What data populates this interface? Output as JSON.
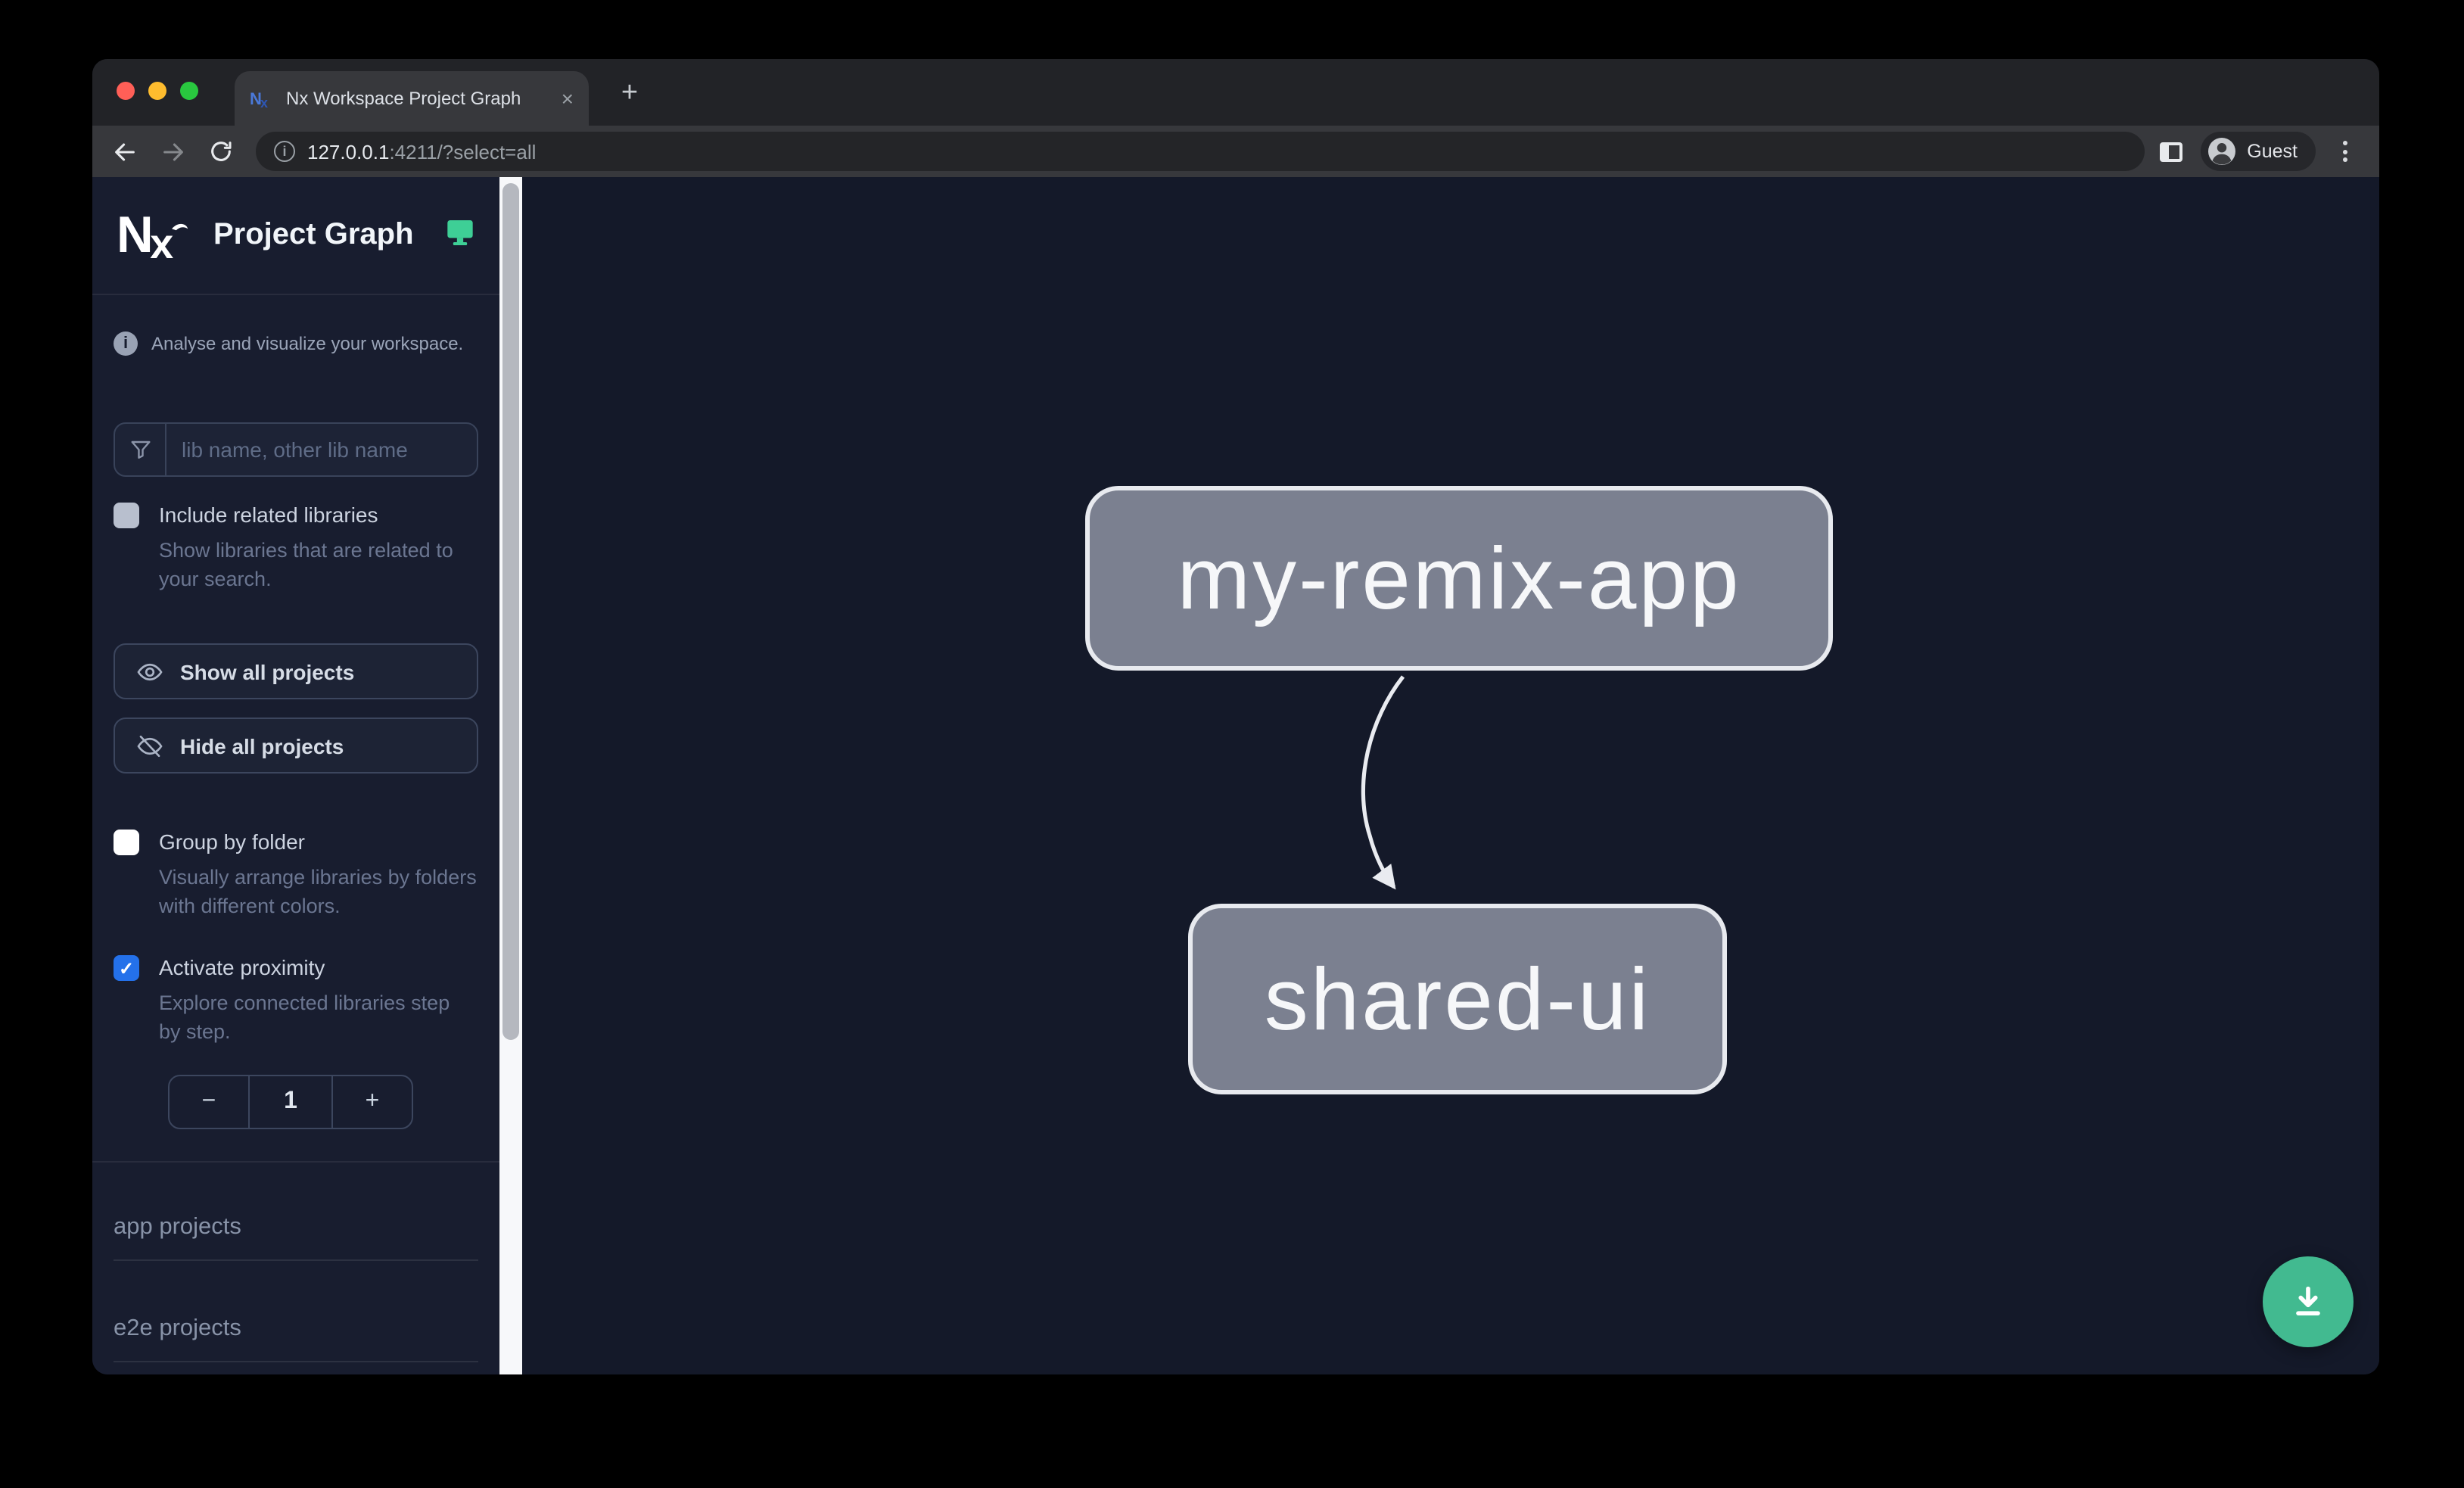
{
  "browser": {
    "tab_title": "Nx Workspace Project Graph",
    "close_tab_glyph": "×",
    "new_tab_glyph": "+",
    "url_host": "127.0.0.1",
    "url_rest": ":4211/?select=all",
    "profile_label": "Guest"
  },
  "sidebar": {
    "title": "Project Graph",
    "tagline": "Analyse and visualize your workspace.",
    "info_glyph": "i",
    "filter_placeholder": "lib name, other lib name",
    "include_related": {
      "label": "Include related libraries",
      "description": "Show libraries that are related to your search.",
      "checked": false
    },
    "show_all_label": "Show all projects",
    "hide_all_label": "Hide all projects",
    "group_by_folder": {
      "label": "Group by folder",
      "description": "Visually arrange libraries by folders with different colors.",
      "checked": false
    },
    "activate_proximity": {
      "label": "Activate proximity",
      "description": "Explore connected libraries step by step.",
      "checked": true,
      "checkmark": "✓"
    },
    "proximity_stepper": {
      "decrement": "−",
      "value": "1",
      "increment": "+"
    },
    "sections": [
      "app projects",
      "e2e projects"
    ]
  },
  "graph": {
    "nodes": [
      {
        "label": "my-remix-app"
      },
      {
        "label": "shared-ui"
      }
    ],
    "edge": {
      "source": "my-remix-app",
      "target": "shared-ui"
    }
  },
  "colors": {
    "accent_blue": "#2471ea",
    "accent_teal_icon": "#3ecf96",
    "fab_green": "#42ba90",
    "node_fill": "#7b8090",
    "node_border": "#e8eaef",
    "sidebar_bg": "#181d2f",
    "canvas_bg": "#141929",
    "chrome_toolbar": "#37383c"
  }
}
